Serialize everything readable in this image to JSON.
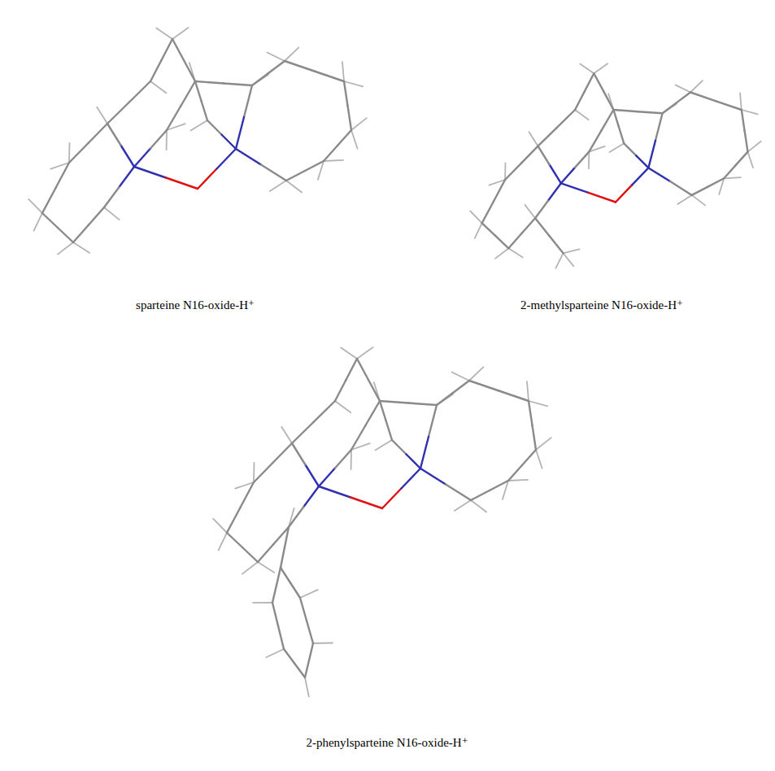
{
  "diagram": {
    "labels": [
      "sparteine N16-oxide-H⁺",
      "2-methylsparteine N16-oxide-H⁺",
      "2-phenylsparteine N16-oxide-H⁺"
    ]
  }
}
